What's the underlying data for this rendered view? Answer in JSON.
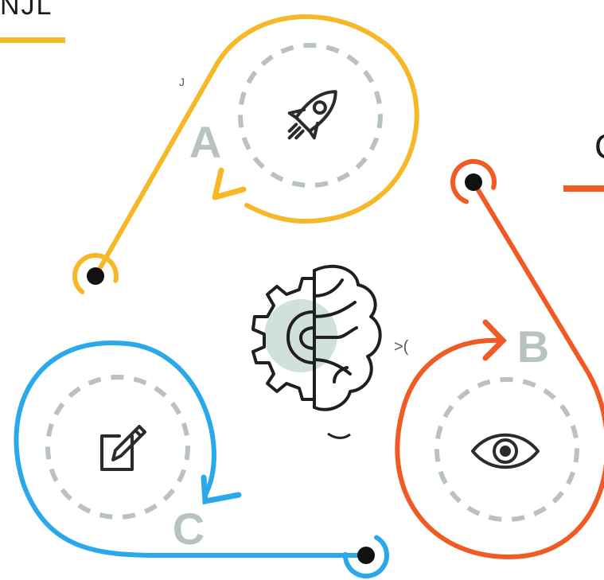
{
  "header": {
    "title_fragment": "NJL",
    "right_fragment": "C"
  },
  "steps": [
    {
      "letter": "A",
      "icon": "rocket-icon",
      "color": "#f7b828"
    },
    {
      "letter": "B",
      "icon": "eye-icon",
      "color": "#f05a24"
    },
    {
      "letter": "C",
      "icon": "edit-icon",
      "color": "#2aa8ea"
    }
  ],
  "center": {
    "icon": "gear-brain-icon"
  },
  "colors": {
    "accent_gray": "#b6c3c1",
    "dash_gray": "#b9c2c0",
    "icon_dark": "#2b2b2b"
  }
}
